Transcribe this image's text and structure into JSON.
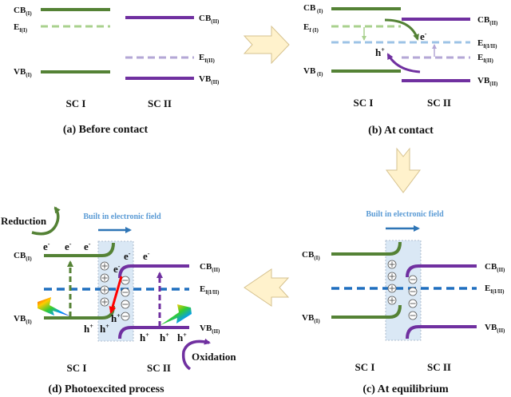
{
  "colors": {
    "sc1": "#548235",
    "sc1_fermi": "#a9d18e",
    "sc2": "#7030a0",
    "sc2_fermi": "#b4a7d6",
    "fermi_common": "#9dc3e6",
    "fermi_equilibrium": "#1f6fbf",
    "field": "#5b9bd5",
    "depletion": "#dae8f5",
    "arrow_fill": "#fff2cc",
    "arrow_stroke": "#d6c28f",
    "red": "#ff0000"
  },
  "panels": {
    "a": {
      "caption": "(a) Before contact",
      "sc1": "SC I",
      "sc2": "SC II",
      "cb1": "CB",
      "cb1_sub": "(I)",
      "ef1": "E",
      "ef1_sub": "f(I)",
      "vb1": "VB",
      "vb1_sub": "(I)",
      "cb2": "CB",
      "cb2_sub": "(II)",
      "ef2": "E",
      "ef2_sub": "f(II)",
      "vb2": "VB",
      "vb2_sub": "(II)"
    },
    "b": {
      "caption": "(b) At contact",
      "sc1": "SC I",
      "sc2": "SC II",
      "cb1": "CB",
      "cb1_sub": " (I)",
      "ef1": "E",
      "ef1_sub": "f (I)",
      "vb1": "VB",
      "vb1_sub": " (I)",
      "cb2": "CB",
      "cb2_sub": "(II)",
      "efc": "E",
      "efc_sub": "f(I/II)",
      "ef2": "E",
      "ef2_sub": "f(II)",
      "vb2": "VB",
      "vb2_sub": "(II)",
      "electron": "e",
      "electron_sup": "-",
      "hole": "h",
      "hole_sup": "+"
    },
    "c": {
      "caption": "(c) At equilibrium",
      "sc1": "SC I",
      "sc2": "SC II",
      "field_label": "Built in electronic field",
      "cb1": "CB",
      "cb1_sub": "(I)",
      "vb1": "VB",
      "vb1_sub": "(I)",
      "cb2": "CB",
      "cb2_sub": "(II)",
      "efc": "E",
      "efc_sub": "f(I/II)",
      "vb2": "VB",
      "vb2_sub": "(II)",
      "plus": "+",
      "minus": "−"
    },
    "d": {
      "caption": "(d) Photoexcited process",
      "sc1": "SC I",
      "sc2": "SC II",
      "field_label": "Built in electronic field",
      "reduction": "Reduction",
      "oxidation": "Oxidation",
      "cb1": "CB",
      "cb1_sub": "(I)",
      "vb1": "VB",
      "vb1_sub": "(I)",
      "cb2": "CB",
      "cb2_sub": "(II)",
      "efc": "E",
      "efc_sub": "f(I/II)",
      "vb2": "VB",
      "vb2_sub": "(II)",
      "electron": "e",
      "electron_sup": "-",
      "hole": "h",
      "hole_sup": "+",
      "plus": "+",
      "minus": "−"
    }
  }
}
